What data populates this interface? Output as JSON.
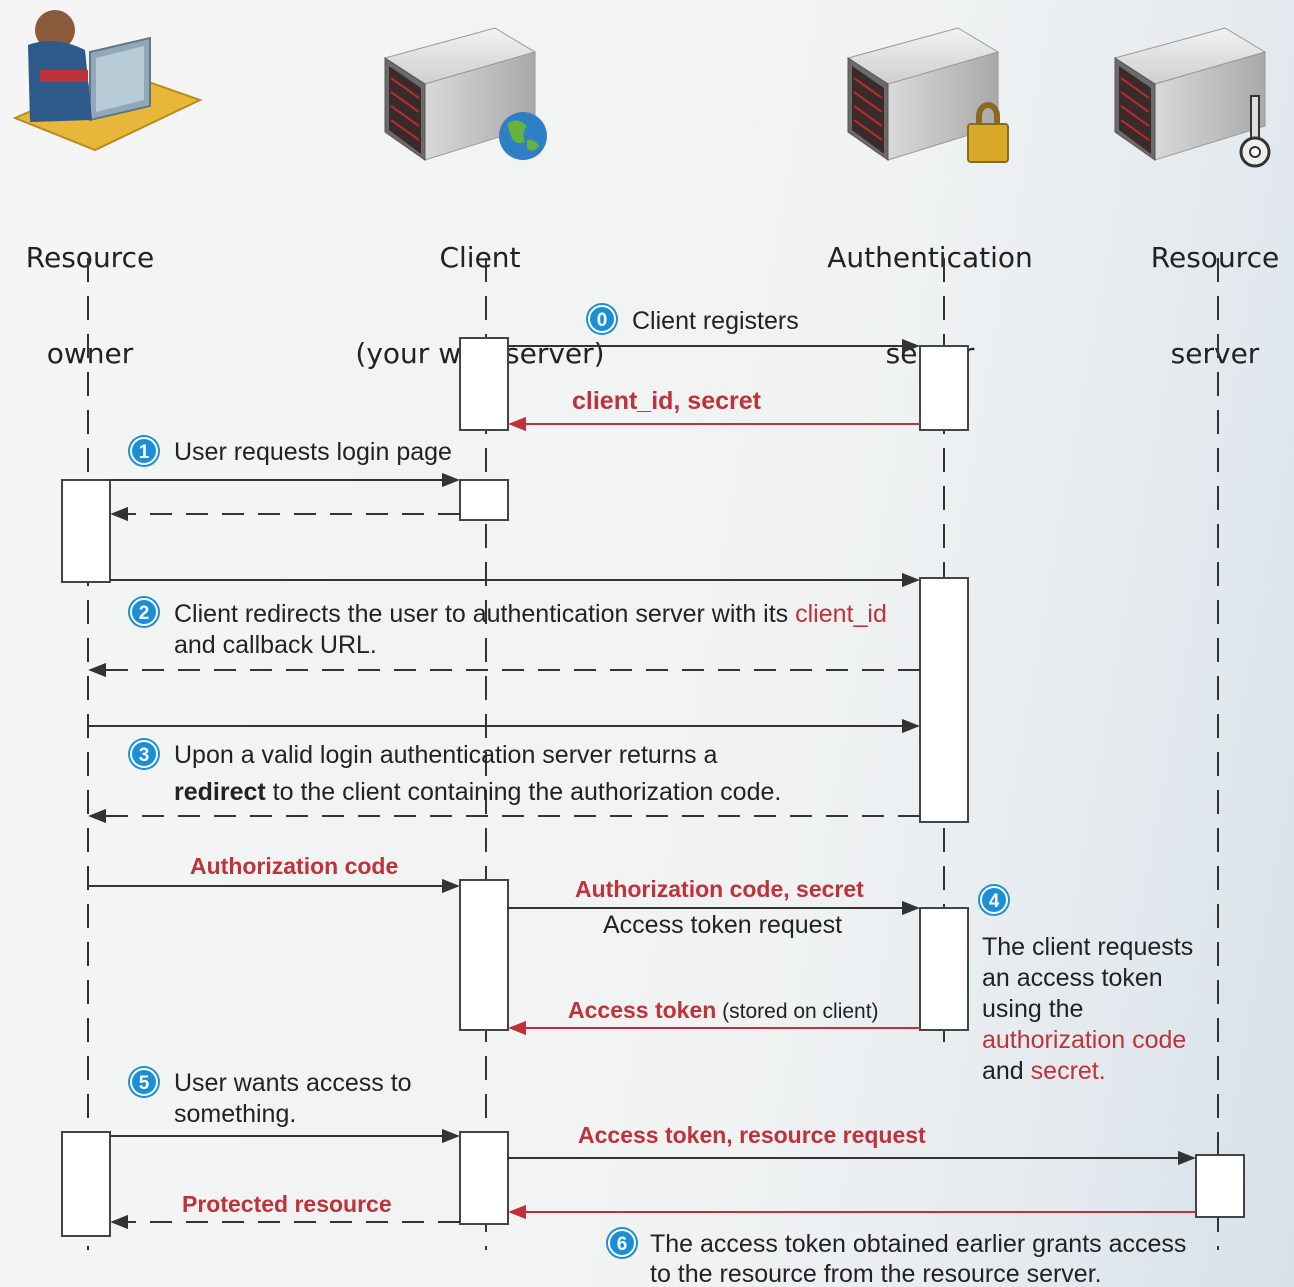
{
  "actors": [
    {
      "id": "owner",
      "line1": "Resource",
      "line2": "owner",
      "icon": "user-at-computer-icon"
    },
    {
      "id": "client",
      "line1": "Client",
      "line2": "(your web server)",
      "icon": "server-globe-icon"
    },
    {
      "id": "auth",
      "line1": "Authentication",
      "line2": "server",
      "icon": "server-lock-icon"
    },
    {
      "id": "resource",
      "line1": "Resource",
      "line2": "server",
      "icon": "server-key-icon"
    }
  ],
  "steps": {
    "s0": {
      "num": "0",
      "text": "Client registers",
      "reply": "client_id, secret"
    },
    "s1": {
      "num": "1",
      "text": "User requests login page"
    },
    "s2": {
      "num": "2",
      "line1_pre": "Client redirects the user to authentication server with its ",
      "line1_hl": "client_id",
      "line2": "and callback URL."
    },
    "s3": {
      "num": "3",
      "line1": "Upon a valid login authentication server returns a",
      "line2_bold": "redirect",
      "line2_rest": " to the client containing the authorization code."
    },
    "s4": {
      "num": "4",
      "auth_code_label": "Authorization code",
      "request_label": "Authorization code, secret",
      "request_sub": "Access token request",
      "response_bold": "Access token",
      "response_rest": " (stored on client)",
      "note1": "The client requests",
      "note2": "an access token",
      "note3": "using the",
      "note4_hl": "authorization code",
      "note5_pre": "and ",
      "note5_hl": "secret."
    },
    "s5": {
      "num": "5",
      "line1": "User wants access to",
      "line2": "something."
    },
    "s6": {
      "num": "6",
      "request_label": "Access token, resource request",
      "response_label": "Protected resource",
      "line1": "The access token obtained earlier grants access",
      "line2": "to the resource from the resource server."
    }
  },
  "colors": {
    "accent_red": "#c0323a",
    "badge_blue": "#1b8fd6",
    "line": "#333333",
    "activation_fill": "#ffffff"
  }
}
